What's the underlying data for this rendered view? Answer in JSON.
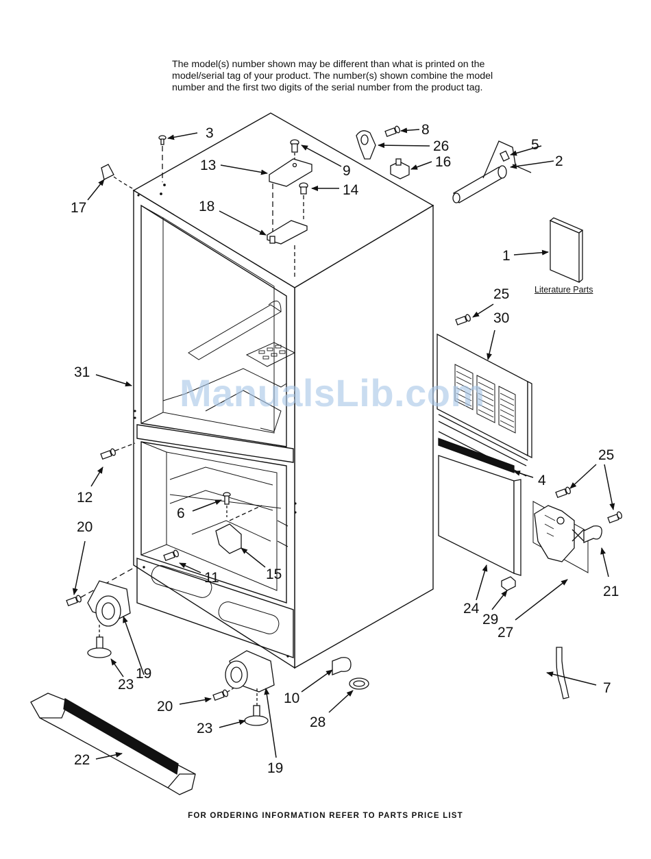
{
  "notice": {
    "line1": "The model(s) number shown may be different than what is printed on the",
    "line2": "model/serial tag of your product. The number(s) shown combine the model",
    "line3": "number and the first two digits of the serial number from the product tag."
  },
  "literature_label": "Literature Parts",
  "footer": "FOR ORDERING INFORMATION REFER TO PARTS PRICE LIST",
  "watermark": "ManualsLib.com",
  "callouts": {
    "c1": "1",
    "c2": "2",
    "c3": "3",
    "c4": "4",
    "c5": "5",
    "c6": "6",
    "c7": "7",
    "c8": "8",
    "c9": "9",
    "c10": "10",
    "c11": "11",
    "c12": "12",
    "c13": "13",
    "c14": "14",
    "c15": "15",
    "c16": "16",
    "c17": "17",
    "c18": "18",
    "c19a": "19",
    "c19b": "19",
    "c20a": "20",
    "c20b": "20",
    "c21": "21",
    "c22": "22",
    "c23a": "23",
    "c23b": "23",
    "c24": "24",
    "c25a": "25",
    "c25b": "25",
    "c26": "26",
    "c27": "27",
    "c28": "28",
    "c29": "29",
    "c30": "30",
    "c31": "31"
  },
  "colors": {
    "line": "#111111",
    "watermark": "#a9c7e8"
  }
}
